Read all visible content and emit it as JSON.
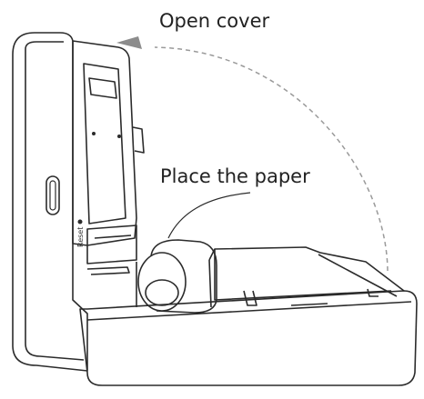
{
  "labels": {
    "open_cover": "Open cover",
    "place_paper": "Place the paper",
    "reset": "Reset"
  },
  "colors": {
    "outline": "#2b2b2b",
    "dashed_arrow": "#9a9a9a",
    "arrow_head": "#8c8c8c"
  },
  "icons": {
    "power_button": "power-button-slot",
    "cover_arrow": "curved-dashed-arrow"
  }
}
